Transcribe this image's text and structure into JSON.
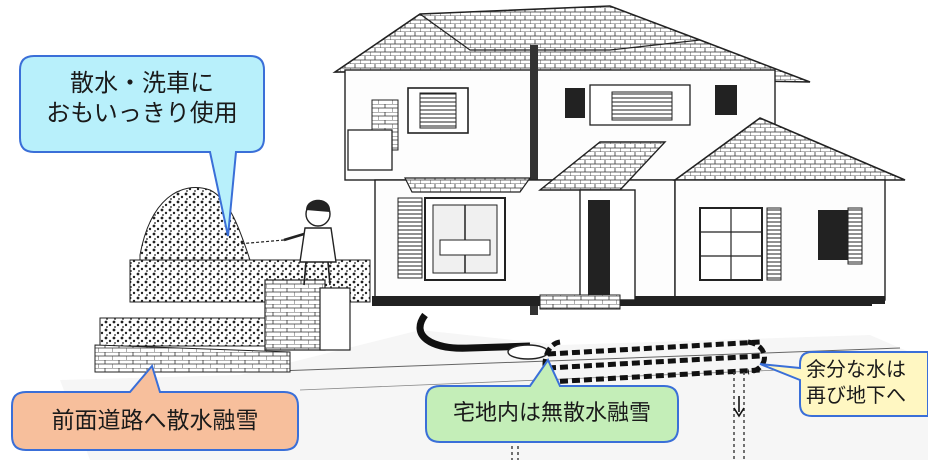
{
  "callouts": {
    "watering": {
      "line1": "散水・洗車に",
      "line2": "おもいっきり使用"
    },
    "front_road": "前面道路へ散水融雪",
    "yard": "宅地内は無散水融雪",
    "excess": {
      "line1": "余分な水は",
      "line2": "再び地下へ"
    }
  },
  "colors": {
    "callout_cyan": "#b8f0fb",
    "callout_orange": "#f7bf9c",
    "callout_green": "#c4eeb8",
    "callout_yellow": "#fff7c2",
    "callout_border": "#3a6fd8",
    "line_art": "#222222"
  }
}
